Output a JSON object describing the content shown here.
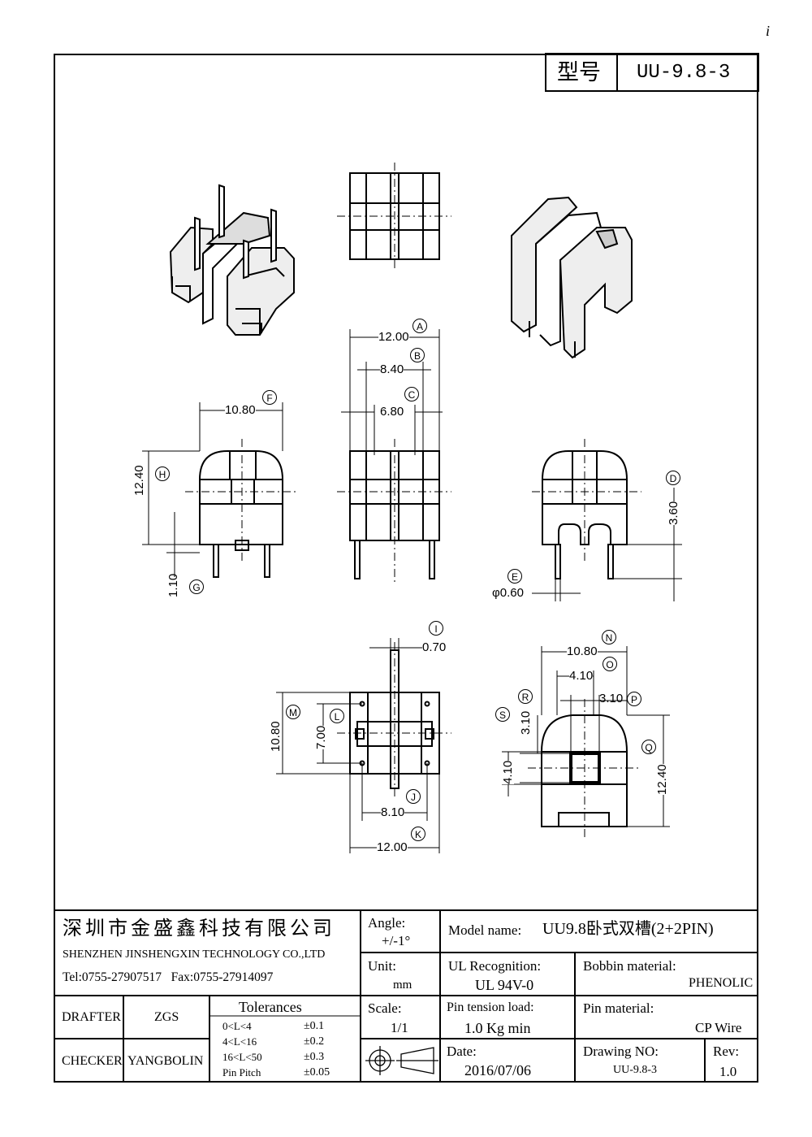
{
  "page_mark": "i",
  "header": {
    "model_label": "型号",
    "model_value": "UU-9.8-3"
  },
  "dimensions": {
    "A": {
      "label": "A",
      "value": "12.00"
    },
    "B": {
      "label": "B",
      "value": "8.40"
    },
    "C": {
      "label": "C",
      "value": "6.80"
    },
    "D": {
      "label": "D",
      "value": "3.60"
    },
    "E": {
      "label": "E",
      "value": "φ0.60"
    },
    "F": {
      "label": "F",
      "value": "10.80"
    },
    "G": {
      "label": "G",
      "value": "1.10"
    },
    "H": {
      "label": "H",
      "value": "12.40"
    },
    "I": {
      "label": "I",
      "value": "0.70"
    },
    "J": {
      "label": "J",
      "value": "8.10"
    },
    "K": {
      "label": "K",
      "value": "12.00"
    },
    "L": {
      "label": "L",
      "value": "7.00"
    },
    "M": {
      "label": "M",
      "value": "10.80"
    },
    "N": {
      "label": "N",
      "value": "10.80"
    },
    "O": {
      "label": "O",
      "value": "4.10"
    },
    "P": {
      "label": "P",
      "value": "3.10"
    },
    "Q": {
      "label": "Q",
      "value": "12.40"
    },
    "R": {
      "label": "R",
      "value": "3.10"
    },
    "S": {
      "label": "S",
      "value": "4.10"
    }
  },
  "title_block": {
    "company_cn": "深圳市金盛鑫科技有限公司",
    "company_en": "SHENZHEN JINSHENGXIN TECHNOLOGY CO.,LTD",
    "contact": "Tel:0755-27907517   Fax:0755-27914097",
    "angle_label": "Angle:",
    "angle_value": "+/-1°",
    "model_name_label": "Model name:",
    "model_name_value": "UU9.8卧式双槽(2+2PIN)",
    "unit_label": "Unit:",
    "unit_value": "mm",
    "ul_label": "UL Recognition:",
    "ul_value": "UL 94V-0",
    "bobbin_label": "Bobbin material:",
    "bobbin_value": "PHENOLIC",
    "drafter_label": "DRAFTER",
    "drafter_value": "ZGS",
    "checker_label": "CHECKER",
    "checker_value": "YANGBOLIN",
    "tolerances_label": "Tolerances",
    "tolerances": [
      {
        "range": "0<L<4",
        "value": "±0.1"
      },
      {
        "range": "4<L<16",
        "value": "±0.2"
      },
      {
        "range": "16<L<50",
        "value": "±0.3"
      },
      {
        "range": "Pin Pitch",
        "value": "±0.05"
      }
    ],
    "scale_label": "Scale:",
    "scale_value": "1/1",
    "pin_tension_label": "Pin tension load:",
    "pin_tension_value": "1.0 Kg min",
    "pin_material_label": "Pin material:",
    "pin_material_value": "CP Wire",
    "date_label": "Date:",
    "date_value": "2016/07/06",
    "drawing_no_label": "Drawing NO:",
    "drawing_no_value": "UU-9.8-3",
    "rev_label": "Rev:",
    "rev_value": "1.0"
  }
}
